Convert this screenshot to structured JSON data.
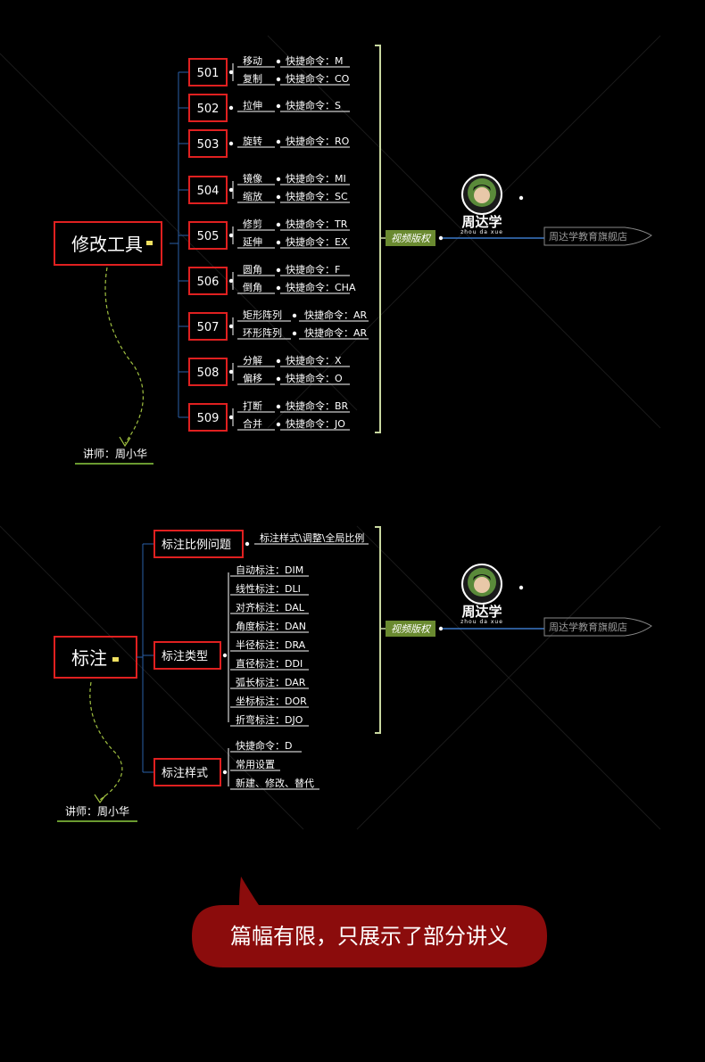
{
  "colors": {
    "background": "#000000",
    "box_border": "#e02020",
    "line_blue": "#2a5fa8",
    "line_white": "#ffffff",
    "bracket": "#c8d8a0",
    "tag_fill": "#6a8a30",
    "lecturer_line": "#6a9a30",
    "bubble": "#8b0c0c",
    "dashed": "#a0c040"
  },
  "section1": {
    "root": "修改工具",
    "groups": [
      {
        "code": "501",
        "items": [
          {
            "name": "移动",
            "cmd": "快捷命令：M"
          },
          {
            "name": "复制",
            "cmd": "快捷命令：CO"
          }
        ]
      },
      {
        "code": "502",
        "items": [
          {
            "name": "拉伸",
            "cmd": "快捷命令：S"
          }
        ]
      },
      {
        "code": "503",
        "items": [
          {
            "name": "旋转",
            "cmd": "快捷命令：RO"
          }
        ]
      },
      {
        "code": "504",
        "items": [
          {
            "name": "镜像",
            "cmd": "快捷命令：MI"
          },
          {
            "name": "缩放",
            "cmd": "快捷命令：SC"
          }
        ]
      },
      {
        "code": "505",
        "items": [
          {
            "name": "修剪",
            "cmd": "快捷命令：TR"
          },
          {
            "name": "延伸",
            "cmd": "快捷命令：EX"
          }
        ]
      },
      {
        "code": "506",
        "items": [
          {
            "name": "圆角",
            "cmd": "快捷命令：F"
          },
          {
            "name": "倒角",
            "cmd": "快捷命令：CHA"
          }
        ]
      },
      {
        "code": "507",
        "items": [
          {
            "name": "矩形阵列",
            "cmd": "快捷命令：AR"
          },
          {
            "name": "环形阵列",
            "cmd": "快捷命令：AR"
          }
        ]
      },
      {
        "code": "508",
        "items": [
          {
            "name": "分解",
            "cmd": "快捷命令：X"
          },
          {
            "name": "偏移",
            "cmd": "快捷命令：O"
          }
        ]
      },
      {
        "code": "509",
        "items": [
          {
            "name": "打断",
            "cmd": "快捷命令：BR"
          },
          {
            "name": "合并",
            "cmd": "快捷命令：JO"
          }
        ]
      }
    ],
    "tag": "视频版权",
    "brand": "周达学",
    "brand_sub": "zhou da xue",
    "shop": "周达学教育旗舰店",
    "lecturer": "讲师：周小华"
  },
  "section2": {
    "root": "标注",
    "groups": [
      {
        "title": "标注比例问题",
        "items": [
          "标注样式\\调整\\全局比例"
        ]
      },
      {
        "title": "标注类型",
        "items": [
          "自动标注：DIM",
          "线性标注：DLI",
          "对齐标注：DAL",
          "角度标注：DAN",
          "半径标注：DRA",
          "直径标注：DDI",
          "弧长标注：DAR",
          "坐标标注：DOR",
          "折弯标注：DJO"
        ]
      },
      {
        "title": "标注样式",
        "items": [
          "快捷命令：D",
          "常用设置",
          "新建、修改、替代"
        ]
      }
    ],
    "tag": "视频版权",
    "brand": "周达学",
    "brand_sub": "zhou da xue",
    "shop": "周达学教育旗舰店",
    "lecturer": "讲师：周小华"
  },
  "bubble": "篇幅有限，只展示了部分讲义"
}
